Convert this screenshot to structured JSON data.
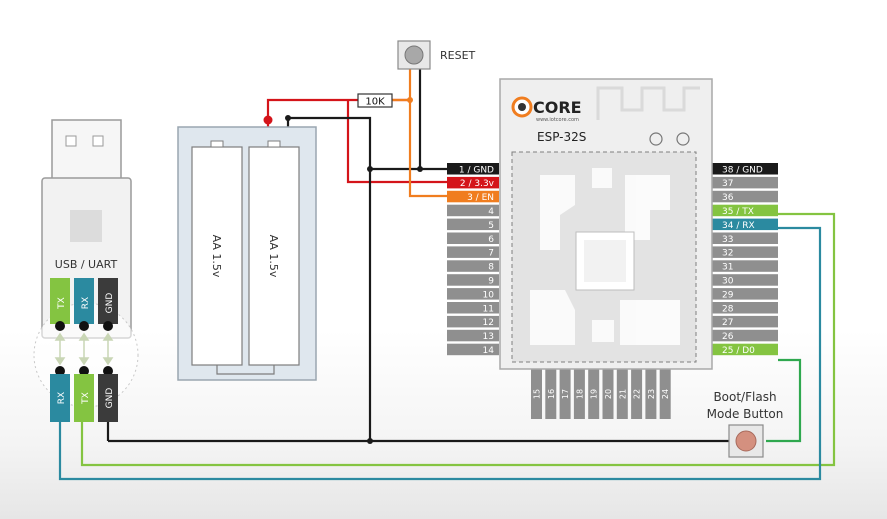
{
  "usb_uart": {
    "label": "USB / UART",
    "top_pins": [
      "TX",
      "RX",
      "GND"
    ],
    "bottom_pins": [
      "RX",
      "TX",
      "GND"
    ]
  },
  "battery": {
    "cell_label": "AA 1.5v"
  },
  "resistor_label": "10K",
  "reset_label": "RESET",
  "module": {
    "logo": "CORE",
    "logo_small": "www.iotcore.com",
    "name": "ESP-32S",
    "left_pins": [
      "1 / GND",
      "2 / 3.3v",
      "3 / EN",
      "4",
      "5",
      "6",
      "7",
      "8",
      "9",
      "10",
      "11",
      "12",
      "13",
      "14"
    ],
    "right_pins": [
      "38 / GND",
      "37",
      "36",
      "35 / TX",
      "34 / RX",
      "33",
      "32",
      "31",
      "30",
      "29",
      "28",
      "27",
      "26",
      "25 / D0"
    ],
    "bottom_pins": [
      "15",
      "16",
      "17",
      "18",
      "19",
      "20",
      "21",
      "22",
      "23",
      "24"
    ]
  },
  "boot_button": {
    "line1": "Boot/Flash",
    "line2": "Mode Button"
  },
  "colors": {
    "red": "#d4141a",
    "black": "#1a1a1a",
    "orange": "#f07d1f",
    "green": "#84c441",
    "teal": "#2b8aa0",
    "pin_gray": "#8f8f8f",
    "board": "#efefef"
  }
}
